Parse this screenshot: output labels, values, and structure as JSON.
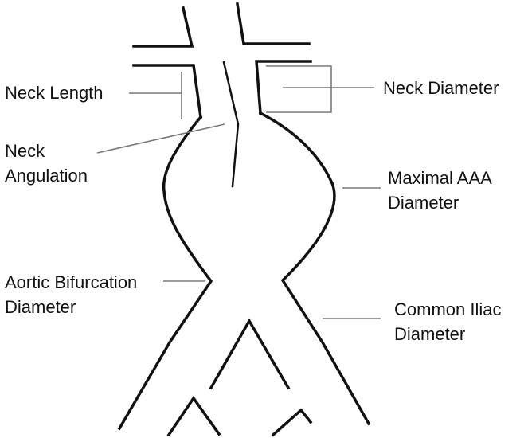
{
  "diagram": {
    "labels": {
      "neck_length": "Neck Length",
      "neck_angulation": "Neck\nAngulation",
      "aortic_bifurcation": "Aortic Bifurcation\nDiameter",
      "neck_diameter": "Neck Diameter",
      "maximal_aaa": "Maximal AAA\nDiameter",
      "common_iliac": "Common Iliac\nDiameter"
    },
    "colors": {
      "outline": "#111111",
      "leader": "#7a7a7a",
      "text": "#111111",
      "background": "#ffffff"
    }
  }
}
